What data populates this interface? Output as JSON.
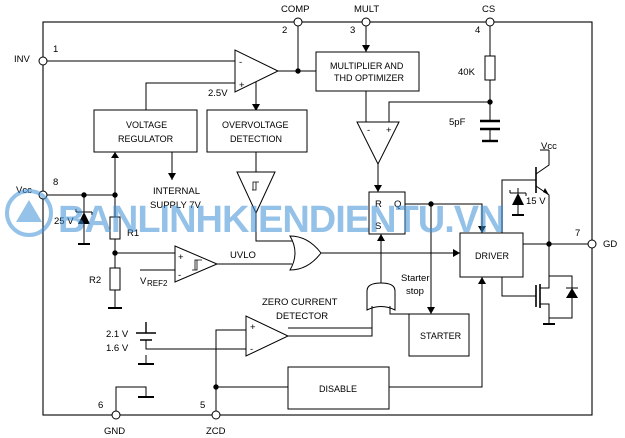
{
  "pins": {
    "inv": {
      "name": "INV",
      "num": "1"
    },
    "comp": {
      "name": "COMP",
      "num": "2"
    },
    "mult": {
      "name": "MULT",
      "num": "3"
    },
    "cs": {
      "name": "CS",
      "num": "4"
    },
    "zcd": {
      "name": "ZCD",
      "num": "5"
    },
    "gnd": {
      "name": "GND",
      "num": "6"
    },
    "gd": {
      "name": "GD",
      "num": "7"
    },
    "vcc": {
      "name": "Vcc",
      "num": "8"
    }
  },
  "blocks": {
    "multiplier": [
      "MULTIPLIER AND",
      "THD OPTIMIZER"
    ],
    "voltage_regulator": [
      "VOLTAGE",
      "REGULATOR"
    ],
    "overvoltage": [
      "OVERVOLTAGE",
      "DETECTION"
    ],
    "driver": "DRIVER",
    "starter": "STARTER",
    "disable": "DISABLE"
  },
  "labels": {
    "ref_2v5": "2.5V",
    "internal_supply": [
      "INTERNAL",
      "SUPPLY 7V"
    ],
    "uvlo": "UVLO",
    "vref2_main": "V",
    "vref2_sub": "REF2",
    "r1": "R1",
    "r2": "R2",
    "zener_25v": "25 V",
    "zener_15v": "15 V",
    "res_40k": "40K",
    "cap_5pf": "5pF",
    "vcc_top": "Vcc",
    "zero_current": [
      "ZERO CURRENT",
      "DETECTOR"
    ],
    "thresholds": [
      "2.1 V",
      "1.6 V"
    ],
    "starter_stop": [
      "Starter",
      "stop"
    ],
    "ff_r": "R",
    "ff_s": "S",
    "ff_q": "Q",
    "plus": "+",
    "minus": "-"
  },
  "watermark": "BANLINHKIENDIENTU.VN"
}
